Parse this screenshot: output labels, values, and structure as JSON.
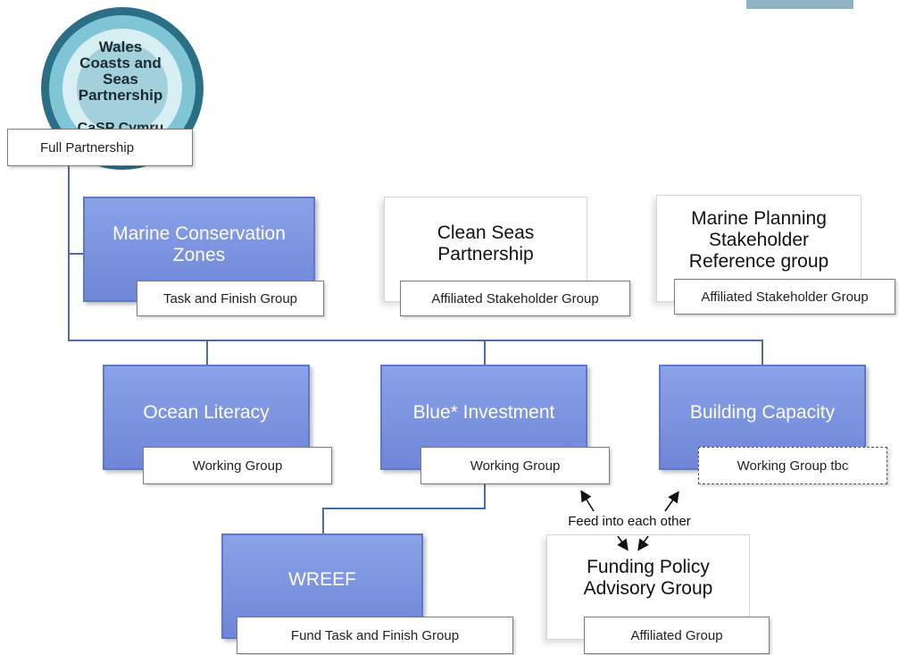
{
  "logo": {
    "lines": [
      "Wales",
      "Coasts and",
      "Seas",
      "Partnership"
    ],
    "cut_text": "CaSP Cymru"
  },
  "full_partnership": "Full Partnership",
  "top_row": {
    "mcz": {
      "title_line1": "Marine Conservation",
      "title_line2": "Zones",
      "label": "Task and Finish Group"
    },
    "clean_seas": {
      "title_line1": "Clean Seas",
      "title_line2": "Partnership",
      "label": "Affiliated Stakeholder Group"
    },
    "marine_planning": {
      "title_line1": "Marine Planning",
      "title_line2": "Stakeholder",
      "title_line3": "Reference group",
      "label": "Affiliated Stakeholder Group"
    }
  },
  "middle_row": {
    "ocean_literacy": {
      "title": "Ocean Literacy",
      "label": "Working Group"
    },
    "blue_investment": {
      "title": "Blue* Investment",
      "label": "Working Group"
    },
    "building_capacity": {
      "title": "Building Capacity",
      "label": "Working Group tbc"
    }
  },
  "bottom_row": {
    "wreef": {
      "title": "WREEF",
      "label": "Fund Task and Finish Group"
    },
    "funding_policy": {
      "title_line1": "Funding Policy",
      "title_line2": "Advisory Group",
      "label": "Affiliated Group"
    }
  },
  "feed_text": "Feed into each other",
  "colors": {
    "box_fill": "#7f97e0",
    "box_border": "#5f79c9",
    "connector": "#4a6fa0",
    "accent_bar": "#8fb3c3"
  }
}
